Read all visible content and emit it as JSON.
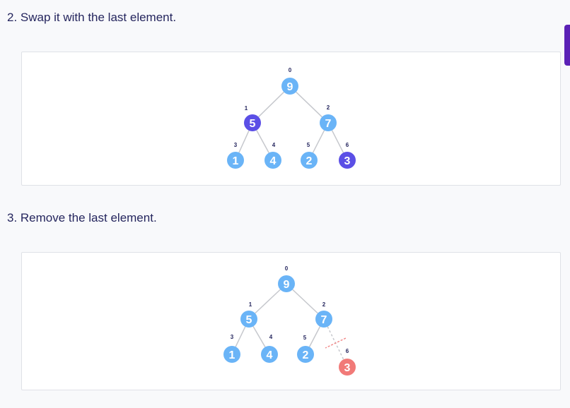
{
  "steps": [
    {
      "label": "2. Swap it with the last element."
    },
    {
      "label": "3. Remove the last element."
    }
  ],
  "colors": {
    "node": "#6ab4f7",
    "highlight": "#5b4fe6",
    "removed": "#f17a78",
    "edge": "#c6c8cd",
    "cut": "#f28a8a",
    "accent": "#5b21b6"
  },
  "trees": [
    {
      "nodes": [
        {
          "index": "0",
          "value": "9",
          "state": "normal"
        },
        {
          "index": "1",
          "value": "5",
          "state": "highlight"
        },
        {
          "index": "2",
          "value": "7",
          "state": "normal"
        },
        {
          "index": "3",
          "value": "1",
          "state": "normal"
        },
        {
          "index": "4",
          "value": "4",
          "state": "normal"
        },
        {
          "index": "5",
          "value": "2",
          "state": "normal"
        },
        {
          "index": "6",
          "value": "3",
          "state": "highlight"
        }
      ]
    },
    {
      "nodes": [
        {
          "index": "0",
          "value": "9",
          "state": "normal"
        },
        {
          "index": "1",
          "value": "5",
          "state": "normal"
        },
        {
          "index": "2",
          "value": "7",
          "state": "normal"
        },
        {
          "index": "3",
          "value": "1",
          "state": "normal"
        },
        {
          "index": "4",
          "value": "4",
          "state": "normal"
        },
        {
          "index": "5",
          "value": "2",
          "state": "normal"
        },
        {
          "index": "6",
          "value": "3",
          "state": "removed"
        }
      ]
    }
  ]
}
